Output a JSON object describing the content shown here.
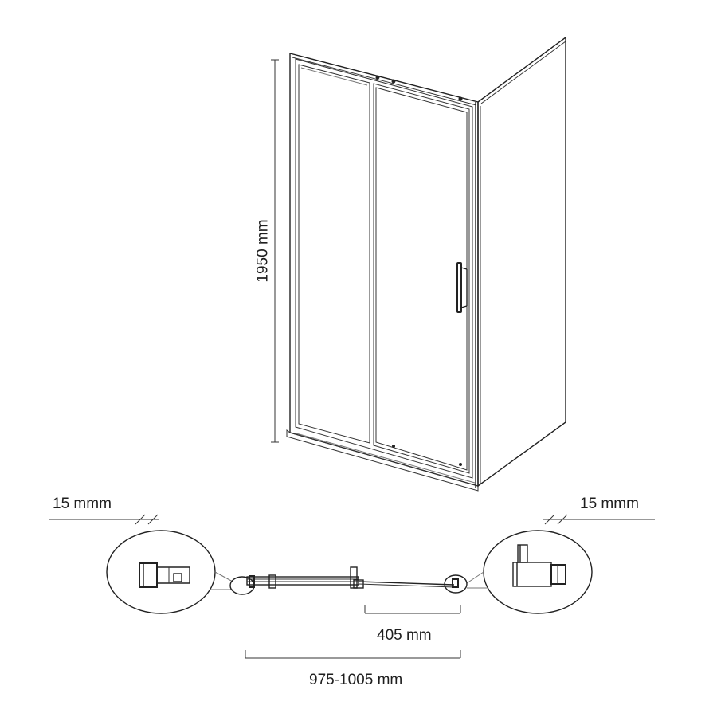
{
  "dimensions": {
    "height": "1950 mm",
    "left_profile": "15 mmm",
    "right_profile": "15 mmm",
    "door_opening": "405 mm",
    "total_width": "975-1005 mm"
  }
}
